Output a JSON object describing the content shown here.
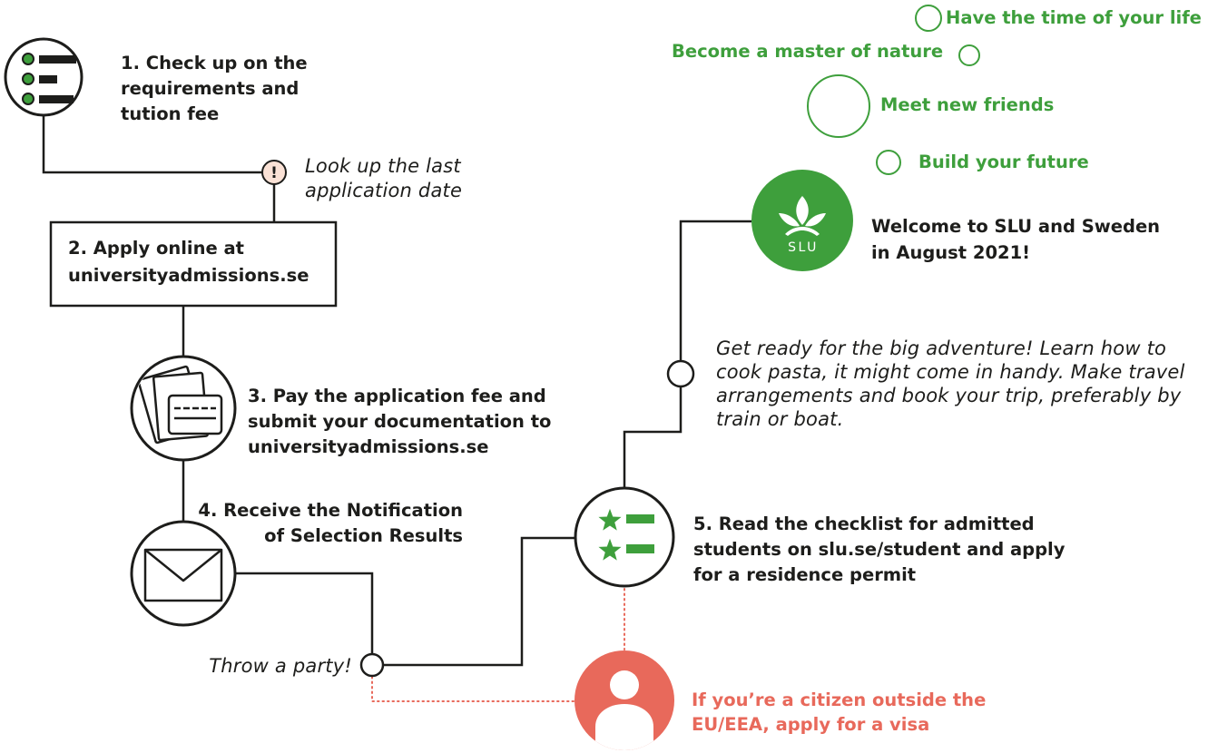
{
  "colors": {
    "ink": "#1d1d1b",
    "green": "#3e9f3c",
    "red": "#e8695b",
    "alert_fill": "#fbe2d6",
    "background": "#ffffff"
  },
  "step1": {
    "icon": "checklist-icon",
    "lines": [
      "1. Check up on the",
      "requirements and",
      "tution fee"
    ]
  },
  "deadline_note": {
    "icon": "alert-icon",
    "icon_glyph": "!",
    "lines": [
      "Look up the last",
      "application date"
    ]
  },
  "step2": {
    "lines": [
      "2. Apply online at",
      "universityadmissions.se"
    ]
  },
  "step3": {
    "icon": "payment-documents-icon",
    "lines": [
      "3. Pay the application fee and",
      "submit your documentation to",
      "universityadmissions.se"
    ]
  },
  "step4": {
    "icon": "envelope-icon",
    "lines": [
      "4. Receive the Notification",
      "of Selection Results"
    ]
  },
  "party_note": {
    "text": "Throw a party!"
  },
  "step5": {
    "icon": "star-checklist-icon",
    "lines": [
      "5. Read the checklist for admitted",
      "students on slu.se/student and apply",
      "for a residence permit"
    ]
  },
  "visa_note": {
    "icon": "person-icon",
    "lines": [
      "If you’re a citizen outside the",
      "EU/EEA, apply for a visa"
    ]
  },
  "travel_note": {
    "lines": [
      "Get ready for the big adventure! Learn how to",
      "cook pasta, it might come in handy. Make travel",
      "arrangements and book your trip, preferably by",
      "train or boat."
    ]
  },
  "welcome": {
    "icon": "slu-logo-icon",
    "logo_text": "SLU",
    "lines": [
      "Welcome to SLU and Sweden",
      "in August 2021!"
    ]
  },
  "benefits": [
    {
      "text": "Have the time of your life"
    },
    {
      "text": "Become a master of nature"
    },
    {
      "text": "Meet new friends"
    },
    {
      "text": "Build your future"
    }
  ]
}
